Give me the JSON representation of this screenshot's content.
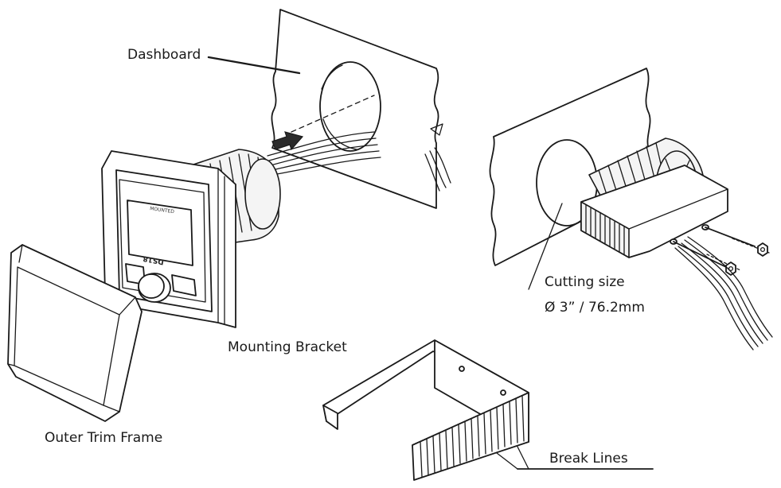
{
  "labels": {
    "dashboard": "Dashboard",
    "mounting_bracket": "Mounting Bracket",
    "outer_trim_frame": "Outer Trim Frame",
    "cutting_size": "Cutting size",
    "cutting_dimension": "Ø 3” / 76.2mm",
    "break_lines": "Break Lines"
  },
  "device": {
    "screen_text": "MOUNTED",
    "brand_logo": "DS18"
  },
  "colors": {
    "line": "#1a1a1a",
    "background": "#ffffff"
  }
}
